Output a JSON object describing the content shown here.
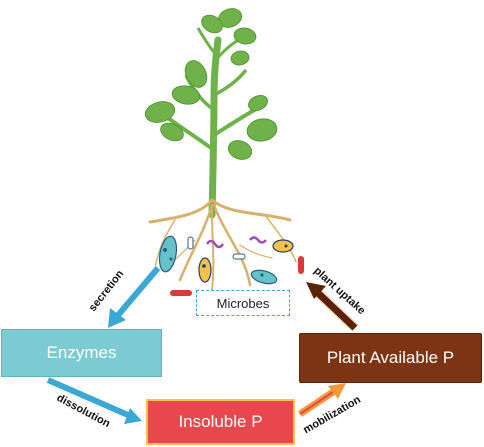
{
  "boxes": {
    "enzymes": "Enzymes",
    "insoluble": "Insoluble P",
    "plant_available": "Plant Available P",
    "microbes": "Microbes"
  },
  "arrows": {
    "secretion": "secretion",
    "dissolution": "dissolution",
    "mobilization": "mobilization",
    "plant_uptake": "plant uptake"
  },
  "colors": {
    "enzymes_fill": "#7ccbd3",
    "insoluble_fill": "#e8474d",
    "plant_available_fill": "#7c3414",
    "blue_arrow": "#3aa7d4",
    "orange_arrow": "#f29a3a",
    "brown_arrow": "#5a2208",
    "leaf": "#6fb24a",
    "root": "#d9b06a"
  }
}
